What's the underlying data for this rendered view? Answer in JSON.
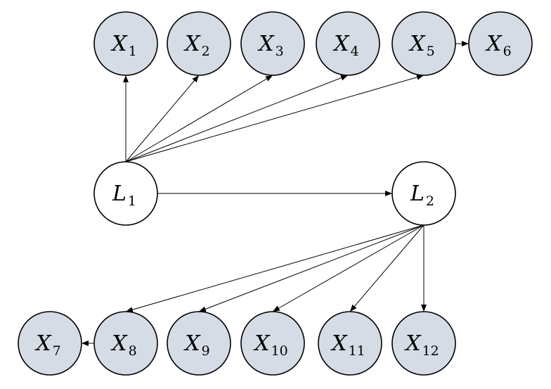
{
  "colors": {
    "observed_fill": "#d6dce5",
    "latent_fill": "#ffffff",
    "stroke": "#000000"
  },
  "nodes": [
    {
      "id": "X1",
      "base": "X",
      "sub": "1",
      "kind": "observed"
    },
    {
      "id": "X2",
      "base": "X",
      "sub": "2",
      "kind": "observed"
    },
    {
      "id": "X3",
      "base": "X",
      "sub": "3",
      "kind": "observed"
    },
    {
      "id": "X4",
      "base": "X",
      "sub": "4",
      "kind": "observed"
    },
    {
      "id": "X5",
      "base": "X",
      "sub": "5",
      "kind": "observed"
    },
    {
      "id": "X6",
      "base": "X",
      "sub": "6",
      "kind": "observed"
    },
    {
      "id": "L1",
      "base": "L",
      "sub": "1",
      "kind": "latent"
    },
    {
      "id": "L2",
      "base": "L",
      "sub": "2",
      "kind": "latent"
    },
    {
      "id": "X7",
      "base": "X",
      "sub": "7",
      "kind": "observed"
    },
    {
      "id": "X8",
      "base": "X",
      "sub": "8",
      "kind": "observed"
    },
    {
      "id": "X9",
      "base": "X",
      "sub": "9",
      "kind": "observed"
    },
    {
      "id": "X10",
      "base": "X",
      "sub": "10",
      "kind": "observed"
    },
    {
      "id": "X11",
      "base": "X",
      "sub": "11",
      "kind": "observed"
    },
    {
      "id": "X12",
      "base": "X",
      "sub": "12",
      "kind": "observed"
    }
  ],
  "edges": [
    {
      "from": "L1",
      "to": "X1"
    },
    {
      "from": "L1",
      "to": "X2"
    },
    {
      "from": "L1",
      "to": "X3"
    },
    {
      "from": "L1",
      "to": "X4"
    },
    {
      "from": "L1",
      "to": "X5"
    },
    {
      "from": "X5",
      "to": "X6"
    },
    {
      "from": "L1",
      "to": "L2"
    },
    {
      "from": "L2",
      "to": "X8"
    },
    {
      "from": "L2",
      "to": "X9"
    },
    {
      "from": "L2",
      "to": "X10"
    },
    {
      "from": "L2",
      "to": "X11"
    },
    {
      "from": "L2",
      "to": "X12"
    },
    {
      "from": "X8",
      "to": "X7"
    }
  ]
}
